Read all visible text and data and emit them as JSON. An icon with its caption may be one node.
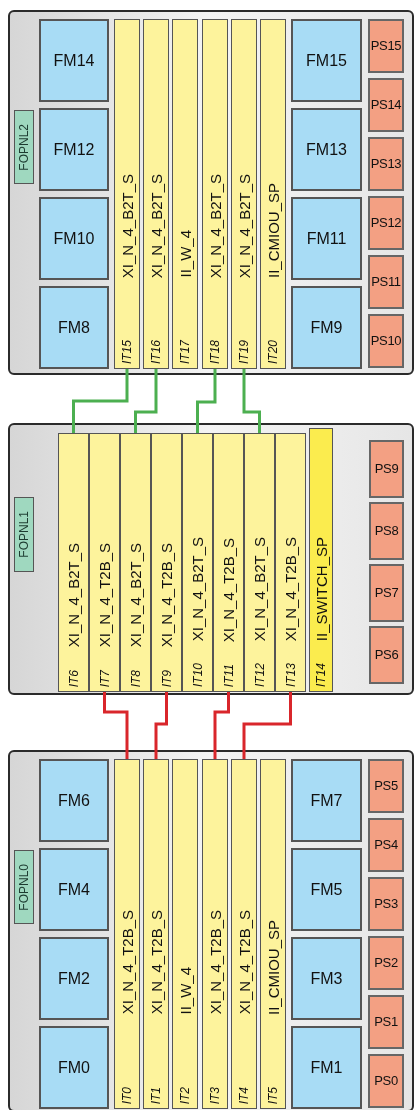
{
  "diagram": {
    "nodes": [
      {
        "text": [],
        "shape": "box"
      },
      {
        "text": [
          "FOPNL2"
        ],
        "in": 0
      },
      {
        "text": [
          "FM14"
        ],
        "in": 0
      },
      {
        "text": [
          "FM12"
        ],
        "in": 0
      },
      {
        "text": [
          "FM10"
        ],
        "in": 0
      },
      {
        "text": [
          "FM8"
        ],
        "in": 0
      },
      {
        "text": [
          "XI_N_4_B2T_S",
          "IT15"
        ],
        "in": 0
      },
      {
        "text": [
          "XI_N_4_B2T_S",
          "IT16"
        ],
        "in": 0
      },
      {
        "text": [
          "II_W_4",
          "IT17"
        ],
        "in": 0
      },
      {
        "text": [
          "XI_N_4_B2T_S",
          "IT18"
        ],
        "in": 0
      },
      {
        "text": [
          "XI_N_4_B2T_S",
          "IT19"
        ],
        "in": 0
      },
      {
        "text": [
          "II_CMIOU_SP",
          "IT20"
        ],
        "in": 0
      },
      {
        "text": [
          "FM15"
        ],
        "in": 0
      },
      {
        "text": [
          "FM13"
        ],
        "in": 0
      },
      {
        "text": [
          "FM11"
        ],
        "in": 0
      },
      {
        "text": [
          "FM9"
        ],
        "in": 0
      },
      {
        "text": [
          "PS15"
        ],
        "in": 0
      },
      {
        "text": [
          "PS14"
        ],
        "in": 0
      },
      {
        "text": [
          "PS13"
        ],
        "in": 0
      },
      {
        "text": [
          "PS12"
        ],
        "in": 0
      },
      {
        "text": [
          "PS11"
        ],
        "in": 0
      },
      {
        "text": [
          "PS10"
        ],
        "in": 0
      },
      {
        "text": [],
        "shape": "box"
      },
      {
        "text": [
          "FOPNL1"
        ],
        "in": 22
      },
      {
        "text": [
          "XI_N_4_B2T_S",
          "IT6"
        ],
        "in": 22
      },
      {
        "text": [
          "XI_N_4_T2B_S",
          "IT7"
        ],
        "in": 22
      },
      {
        "text": [
          "XI_N_4_B2T_S",
          "IT8"
        ],
        "in": 22
      },
      {
        "text": [
          "XI_N_4_T2B_S",
          "IT9"
        ],
        "in": 22
      },
      {
        "text": [
          "XI_N_4_B2T_S",
          "IT10"
        ],
        "in": 22
      },
      {
        "text": [
          "XI_N_4_T2B_S",
          "IT11"
        ],
        "in": 22
      },
      {
        "text": [
          "XI_N_4_B2T_S",
          "IT12"
        ],
        "in": 22
      },
      {
        "text": [
          "XI_N_4_T2B_S",
          "IT13"
        ],
        "in": 22
      },
      {
        "text": [
          "II_SWITCH_SP",
          "IT14"
        ],
        "in": 22
      },
      {
        "text": [
          "PS9"
        ],
        "in": 22
      },
      {
        "text": [
          "PS8"
        ],
        "in": 22
      },
      {
        "text": [
          "PS7"
        ],
        "in": 22
      },
      {
        "text": [
          "PS6"
        ],
        "in": 22
      },
      {
        "text": [],
        "shape": "box"
      },
      {
        "text": [
          "FOPNL0"
        ],
        "in": 37
      },
      {
        "text": [
          "FM6"
        ],
        "in": 37
      },
      {
        "text": [
          "FM4"
        ],
        "in": 37
      },
      {
        "text": [
          "FM2"
        ],
        "in": 37
      },
      {
        "text": [
          "FM0"
        ],
        "in": 37
      },
      {
        "text": [
          "XI_N_4_T2B_S",
          "IT0"
        ],
        "in": 37
      },
      {
        "text": [
          "XI_N_4_T2B_S",
          "IT1"
        ],
        "in": 37
      },
      {
        "text": [
          "II_W_4",
          "IT2"
        ],
        "in": 37
      },
      {
        "text": [
          "XI_N_4_T2B_S",
          "IT3"
        ],
        "in": 37
      },
      {
        "text": [
          "XI_N_4_T2B_S",
          "IT4"
        ],
        "in": 37
      },
      {
        "text": [
          "II_CMIOU_SP",
          "IT5"
        ],
        "in": 37
      },
      {
        "text": [
          "FM7"
        ],
        "in": 37
      },
      {
        "text": [
          "FM5"
        ],
        "in": 37
      },
      {
        "text": [
          "FM3"
        ],
        "in": 37
      },
      {
        "text": [
          "FM1"
        ],
        "in": 37
      },
      {
        "text": [
          "PS5"
        ],
        "in": 37
      },
      {
        "text": [
          "PS4"
        ],
        "in": 37
      },
      {
        "text": [
          "PS3"
        ],
        "in": 37
      },
      {
        "text": [
          "PS2"
        ],
        "in": 37
      },
      {
        "text": [
          "PS1"
        ],
        "in": 37
      },
      {
        "text": [
          "PS0"
        ],
        "in": 37
      }
    ],
    "edges": [
      {
        "from": 6,
        "to": 24,
        "arrow": "none",
        "color": "#4caf50"
      },
      {
        "from": 7,
        "to": 26,
        "arrow": "none",
        "color": "#4caf50"
      },
      {
        "from": 9,
        "to": 28,
        "arrow": "none",
        "color": "#4caf50"
      },
      {
        "from": 10,
        "to": 30,
        "arrow": "none",
        "color": "#4caf50"
      },
      {
        "from": 25,
        "to": 43,
        "arrow": "none",
        "color": "#d9262b"
      },
      {
        "from": 27,
        "to": 44,
        "arrow": "none",
        "color": "#d9262b"
      },
      {
        "from": 29,
        "to": 46,
        "arrow": "none",
        "color": "#d9262b"
      },
      {
        "from": 31,
        "to": 47,
        "arrow": "none",
        "color": "#d9262b"
      }
    ]
  }
}
